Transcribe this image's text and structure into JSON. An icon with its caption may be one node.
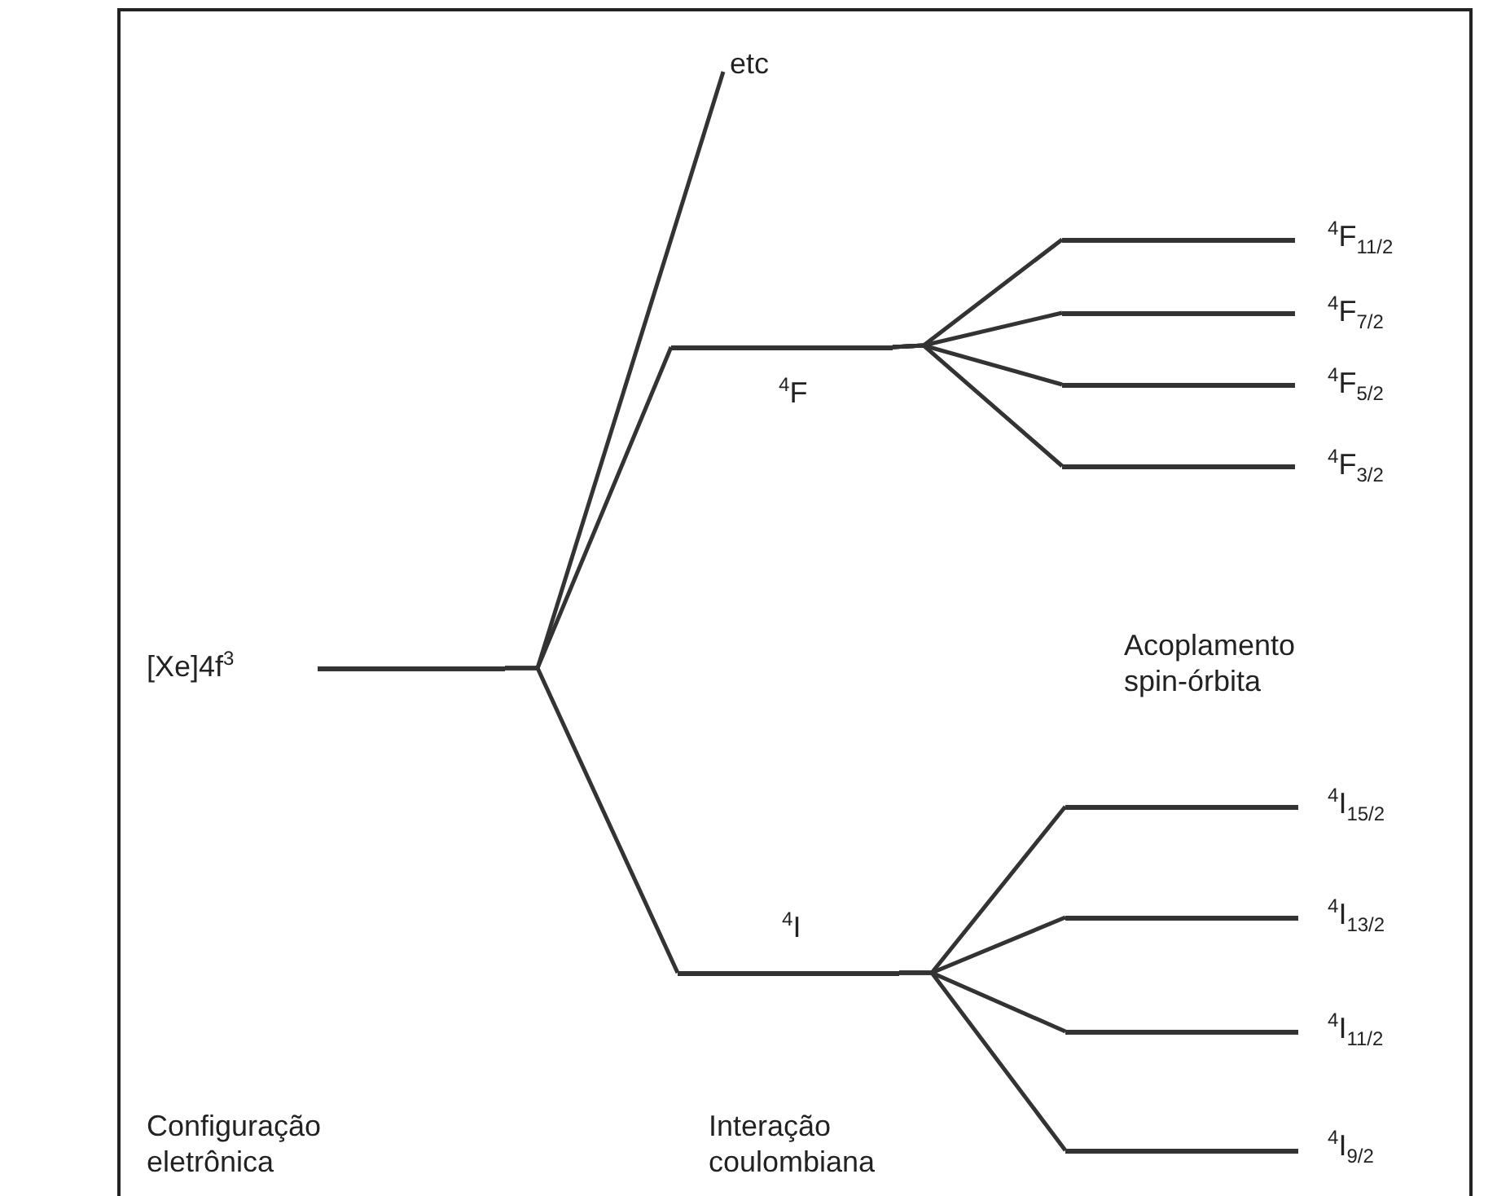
{
  "diagram": {
    "nodes": [
      {
        "text": [],
        "shape": "bar",
        "beside": [
          "[Xe]4f$^{3}$"
        ]
      },
      {
        "text": [
          "etc"
        ]
      },
      {
        "text": [],
        "shape": "bar",
        "beside": [
          "$^{4}$F"
        ]
      },
      {
        "text": [],
        "shape": "bar",
        "beside": [
          "$^{4}$I"
        ]
      },
      {
        "text": [],
        "shape": "bar",
        "beside": [
          "$^{4}$F$_{11/2}$"
        ]
      },
      {
        "text": [],
        "shape": "bar",
        "beside": [
          "$^{4}$F$_{7/2}$"
        ]
      },
      {
        "text": [],
        "shape": "bar",
        "beside": [
          "$^{4}$F$_{5/2}$"
        ]
      },
      {
        "text": [],
        "shape": "bar",
        "beside": [
          "$^{4}$F$_{3/2}$"
        ]
      },
      {
        "text": [],
        "shape": "bar",
        "beside": [
          "$^{4}$I$_{15/2}$"
        ]
      },
      {
        "text": [],
        "shape": "bar",
        "beside": [
          "$^{4}$I$_{13/2}$"
        ]
      },
      {
        "text": [],
        "shape": "bar",
        "beside": [
          "$^{4}$I$_{11/2}$"
        ]
      },
      {
        "text": [],
        "shape": "bar",
        "beside": [
          "$^{4}$I$_{9/2}$"
        ]
      }
    ],
    "edges": [
      {
        "from": 0,
        "to": 1,
        "arrow": "none"
      },
      {
        "from": 0,
        "to": 2,
        "arrow": "none"
      },
      {
        "from": 0,
        "to": 3,
        "arrow": "none"
      },
      {
        "from": 2,
        "to": 4,
        "arrow": "none"
      },
      {
        "from": 2,
        "to": 5,
        "arrow": "none"
      },
      {
        "from": 2,
        "to": 6,
        "arrow": "none"
      },
      {
        "from": 2,
        "to": 7,
        "arrow": "none"
      },
      {
        "from": 3,
        "to": 8,
        "arrow": "none"
      },
      {
        "from": 3,
        "to": 9,
        "arrow": "none"
      },
      {
        "from": 3,
        "to": 10,
        "arrow": "none"
      },
      {
        "from": 3,
        "to": 11,
        "arrow": "none"
      }
    ],
    "labels": [
      "Acoplamento spin-órbita",
      "Configuração eletrônica",
      "Interação coulombiana"
    ]
  }
}
